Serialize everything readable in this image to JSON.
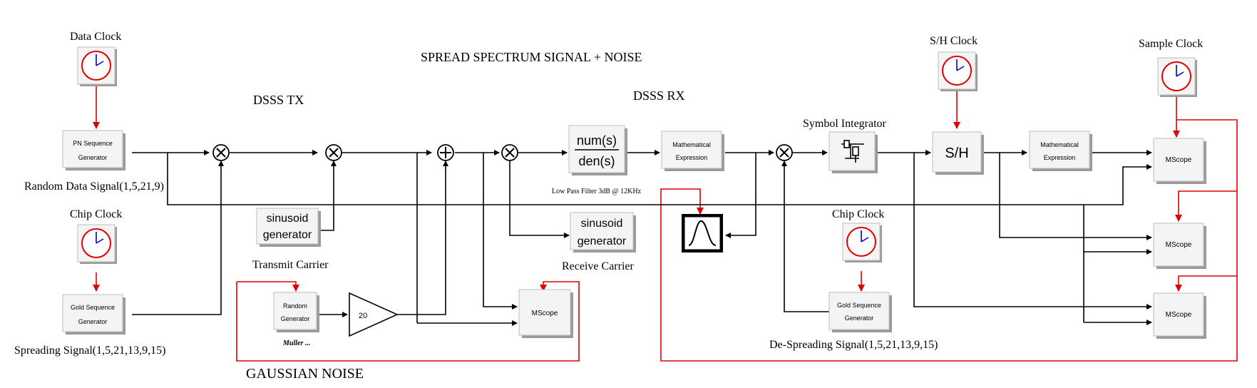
{
  "title": "SPREAD SPECTRUM SIGNAL + NOISE",
  "sections": {
    "tx": "DSSS TX",
    "rx": "DSSS RX",
    "noise": "GAUSSIAN NOISE"
  },
  "clocks": {
    "data": "Data Clock",
    "chip": "Chip Clock",
    "sh": "S/H Clock",
    "sample": "Sample Clock",
    "chip_rx": "Chip Clock"
  },
  "blocks": {
    "pn_line1": "PN Sequence",
    "pn_line2": "Generator",
    "gold_line1": "Gold Sequence",
    "gold_line2": "Generator",
    "sin_line1": "sinusoid",
    "sin_line2": "generator",
    "rand_line1": "Random",
    "rand_line2": "Generator",
    "rand_caption": "Muller ...",
    "gain": "20",
    "mscope": "MScope",
    "tf_num": "num(s)",
    "tf_den": "den(s)",
    "math_line1": "Mathematical",
    "math_line2": "Expression",
    "sh": "S/H",
    "symbol_integrator": "Symbol Integrator"
  },
  "captions": {
    "random_data": "Random Data Signal(1,5,21,9)",
    "spreading": "Spreading Signal(1,5,21,13,9,15)",
    "transmit_carrier": "Transmit Carrier",
    "receive_carrier": "Receive Carrier",
    "lpf": "Low Pass Filter 3dB @ 12KHz",
    "despreading": "De-Spreading Signal(1,5,21,13,9,15)"
  },
  "colors": {
    "signal_wire": "#000000",
    "clock_wire": "#e00000",
    "clock_face": "#e00000",
    "clock_hand": "#0000cc"
  }
}
